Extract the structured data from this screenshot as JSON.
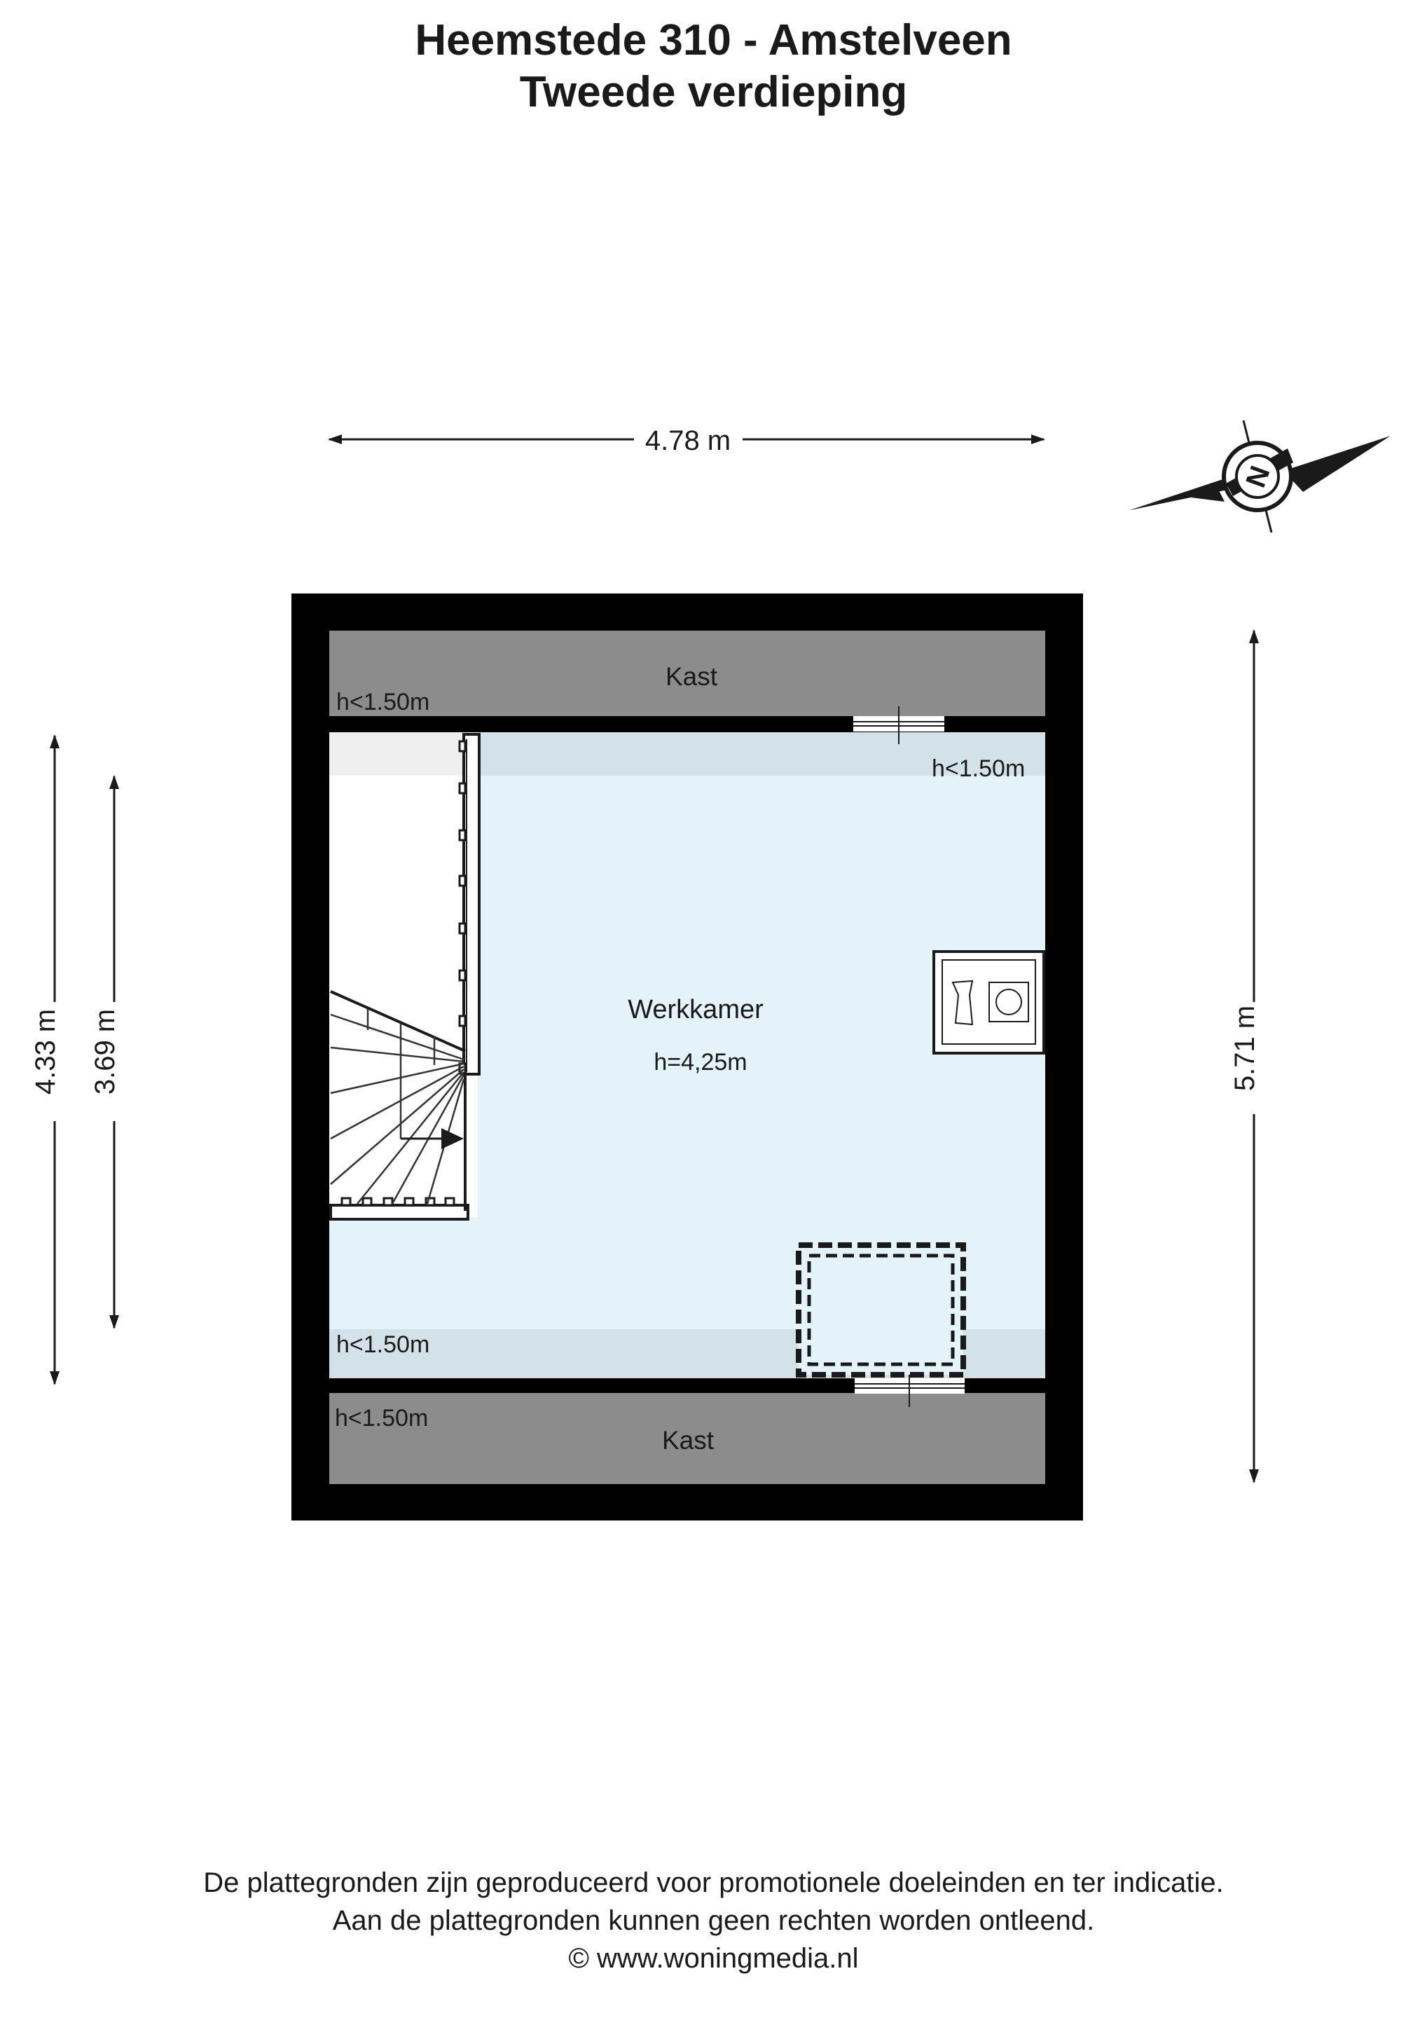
{
  "header": {
    "title": "Heemstede 310 - Amstelveen",
    "subtitle": "Tweede verdieping"
  },
  "dimensions": {
    "width_top": "4.78 m",
    "height_outer_left": "4.33 m",
    "height_inner_left": "3.69 m",
    "height_right": "5.71 m"
  },
  "rooms": {
    "kast_top": "Kast",
    "kast_bottom": "Kast",
    "main_name": "Werkkamer",
    "main_height": "h=4,25m"
  },
  "height_notes": {
    "top_left": "h<1.50m",
    "top_right": "h<1.50m",
    "bottom_left_room": "h<1.50m",
    "bottom_left_kast": "h<1.50m"
  },
  "compass": {
    "letter": "N"
  },
  "footer": {
    "line1": "De plattegronden zijn geproduceerd voor promotionele doeleinden en ter indicatie.",
    "line2": "Aan de plattegronden kunnen geen rechten worden ontleend.",
    "line3": "© www.woningmedia.nl"
  },
  "colors": {
    "wall": "#000000",
    "kast": "#8c8c8c",
    "room": "#e4f3f9",
    "low_zone": "#d3e1e8",
    "stair_landing": "#efefef"
  }
}
